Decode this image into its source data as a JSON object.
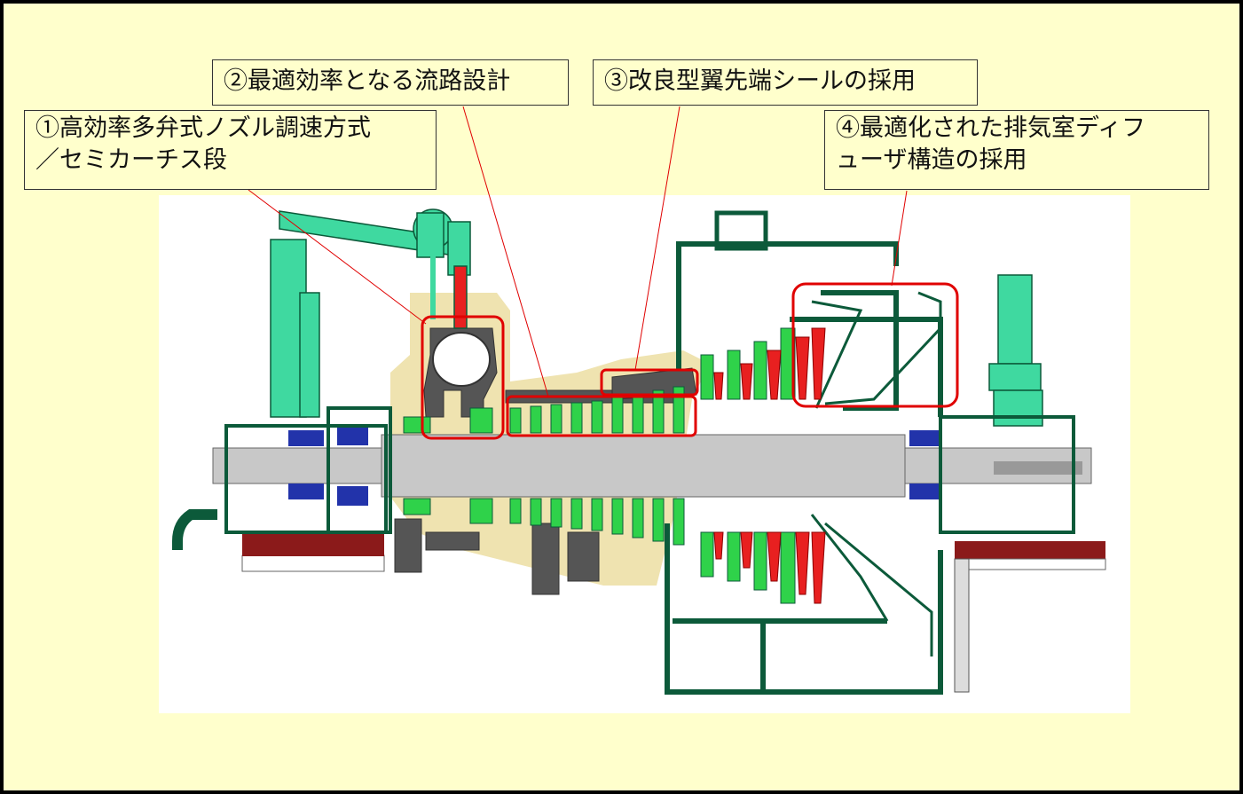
{
  "callouts": {
    "c1": {
      "line1": "①高効率多弁式ノズル調速方式",
      "line2": "／セミカーチス段"
    },
    "c2": {
      "text": "②最適効率となる流路設計"
    },
    "c3": {
      "text": "③改良型翼先端シールの採用"
    },
    "c4": {
      "line1": "④最適化された排気室ディフ",
      "line2": "ューザ構造の採用"
    }
  },
  "colors": {
    "background": "#ffffcc",
    "highlight": "#e00000",
    "casing": "#0c5a3a",
    "stage_green": "#2fd24a",
    "blade_red": "#e82020",
    "valve_teal": "#3fd9a0",
    "bearing_blue": "#2233aa",
    "rotor_gray": "#c8c8c8",
    "insulation": "#efe3b0",
    "foundation": "#8b1a1a"
  }
}
